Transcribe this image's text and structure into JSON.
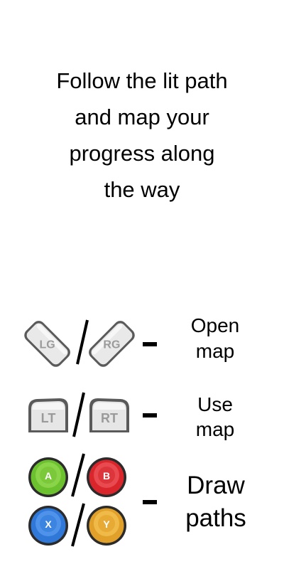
{
  "instruction": {
    "lines": [
      "Follow the lit path",
      "and map your",
      "progress along",
      "the way"
    ]
  },
  "controls": [
    {
      "buttons": [
        {
          "label": "LG",
          "icon": "left-grip-button-icon"
        },
        {
          "label": "RG",
          "icon": "right-grip-button-icon"
        }
      ],
      "separator": "/",
      "action_lines": [
        "Open",
        "map"
      ]
    },
    {
      "buttons": [
        {
          "label": "LT",
          "icon": "left-trigger-button-icon"
        },
        {
          "label": "RT",
          "icon": "right-trigger-button-icon"
        }
      ],
      "separator": "/",
      "action_lines": [
        "Use",
        "map"
      ]
    },
    {
      "buttons": [
        {
          "label": "A",
          "icon": "a-button-icon",
          "color": "#6cc12e"
        },
        {
          "label": "B",
          "icon": "b-button-icon",
          "color": "#d8262c"
        },
        {
          "label": "X",
          "icon": "x-button-icon",
          "color": "#2f78d8"
        },
        {
          "label": "Y",
          "icon": "y-button-icon",
          "color": "#e0a02a"
        }
      ],
      "separator": "/",
      "action_lines": [
        "Draw",
        "paths"
      ]
    }
  ]
}
